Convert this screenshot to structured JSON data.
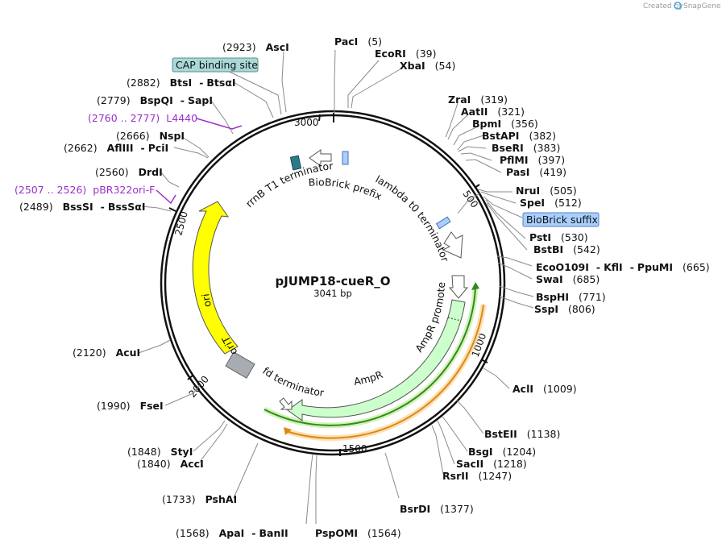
{
  "credit": {
    "created_by": "Created by",
    "brand": "SnapGene"
  },
  "plasmid": {
    "name": "pJUMP18-cueR_O",
    "length": "3041 bp"
  },
  "ticks": [
    "3000",
    "500",
    "1000",
    "1500",
    "2000",
    "2500"
  ],
  "sites": {
    "paci": {
      "name": "PacI",
      "pos": "(5)"
    },
    "ecori": {
      "name": "EcoRI",
      "pos": "(39)"
    },
    "xbai": {
      "name": "XbaI",
      "pos": "(54)"
    },
    "zrai": {
      "name": "ZraI",
      "pos": "(319)"
    },
    "aatii": {
      "name": "AatII",
      "pos": "(321)"
    },
    "bpmi": {
      "name": "BpmI",
      "pos": "(356)"
    },
    "bstapi": {
      "name": "BstAPI",
      "pos": "(382)"
    },
    "bseri": {
      "name": "BseRI",
      "pos": "(383)"
    },
    "pflmi": {
      "name": "PflMI",
      "pos": "(397)"
    },
    "pasi": {
      "name": "PasI",
      "pos": "(419)"
    },
    "nrui": {
      "name": "NruI",
      "pos": "(505)"
    },
    "spei": {
      "name": "SpeI",
      "pos": "(512)"
    },
    "psti": {
      "name": "PstI",
      "pos": "(530)"
    },
    "bstbi": {
      "name": "BstBI",
      "pos": "(542)"
    },
    "eco0109i": {
      "name": "EcoO109I",
      "sep1": "-",
      "name2": "KflI",
      "sep2": "-",
      "name3": "PpuMI",
      "pos": "(665)"
    },
    "swai": {
      "name": "SwaI",
      "pos": "(685)"
    },
    "bsphi": {
      "name": "BspHI",
      "pos": "(771)"
    },
    "sspi": {
      "name": "SspI",
      "pos": "(806)"
    },
    "acli": {
      "name": "AclI",
      "pos": "(1009)"
    },
    "bsteii": {
      "name": "BstEII",
      "pos": "(1138)"
    },
    "bsgi": {
      "name": "BsgI",
      "pos": "(1204)"
    },
    "sacii": {
      "name": "SacII",
      "pos": "(1218)"
    },
    "rsrii": {
      "name": "RsrII",
      "pos": "(1247)"
    },
    "bsrdi": {
      "name": "BsrDI",
      "pos": "(1377)"
    },
    "pspomi": {
      "name": "PspOMI",
      "pos": "(1564)"
    },
    "apai": {
      "name": "ApaI",
      "sep": "-",
      "name2": "BanII",
      "pos": "(1568)"
    },
    "pshai": {
      "name": "PshAI",
      "pos": "(1733)"
    },
    "acci": {
      "name": "AccI",
      "pos": "(1840)"
    },
    "styi": {
      "name": "StyI",
      "pos": "(1848)"
    },
    "fsei": {
      "name": "FseI",
      "pos": "(1990)"
    },
    "acui": {
      "name": "AcuI",
      "pos": "(2120)"
    },
    "bsssi": {
      "name": "BssSI",
      "sep": "-",
      "name2": "BssSαI",
      "pos": "(2489)"
    },
    "drdi": {
      "name": "DrdI",
      "pos": "(2560)"
    },
    "afliii": {
      "name": "AflIII",
      "sep": "-",
      "name2": "PciI",
      "pos": "(2662)"
    },
    "nspi": {
      "name": "NspI",
      "pos": "(2666)"
    },
    "bspqi": {
      "name": "BspQI",
      "sep": "-",
      "name2": "SapI",
      "pos": "(2779)"
    },
    "btsi": {
      "name": "BtsI",
      "sep": "-",
      "name2": "BtsαI",
      "pos": "(2882)"
    },
    "asci": {
      "name": "AscI",
      "pos": "(2923)"
    }
  },
  "primers": {
    "l4440": {
      "range": "(2760 .. 2777)",
      "name": "L4440"
    },
    "pbr322": {
      "range": "(2507 .. 2526)",
      "name": "pBR322ori-F"
    }
  },
  "boxes": {
    "cap": "CAP binding site",
    "biobrick_suffix": "BioBrick suffix"
  },
  "features": {
    "rrnb": "rrnB T1 terminator",
    "biobrick_prefix": "BioBrick prefix",
    "lambda": "lambda t0 terminator",
    "ampr_promoter": "AmpR promoter",
    "ampr": "AmpR",
    "fd": "fd terminator",
    "orit": "oriT",
    "ori": "ori"
  },
  "colors": {
    "ori": "#ffff00",
    "ampr_fill": "#ccffcc",
    "ampr_line": "#2e8b1e",
    "orange_line": "#d98a1a",
    "primer": "#9a2fc9",
    "biobrick_box": "#a9cfff",
    "cap_box": "#a9d8d8",
    "orit": "#a8acb0",
    "rrnb_term": "#2b7a8a"
  }
}
